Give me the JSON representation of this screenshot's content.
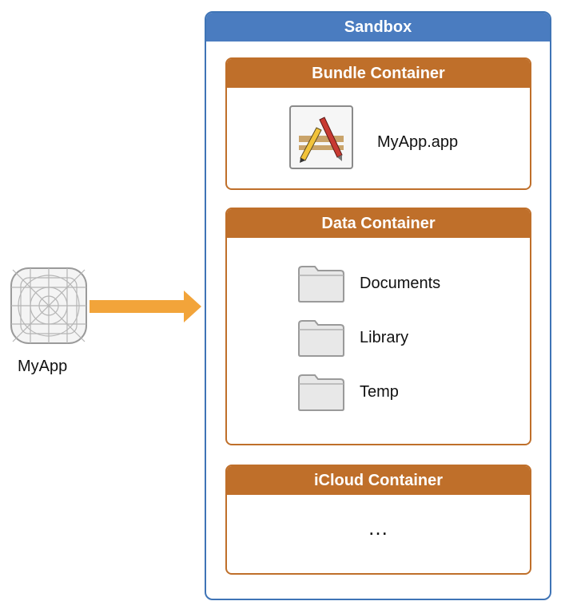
{
  "app": {
    "name": "MyApp",
    "icon": "app-grid-icon"
  },
  "arrow": {
    "color": "#f2a43a"
  },
  "sandbox": {
    "title": "Sandbox",
    "color": "#4a7cc0",
    "containers": {
      "bundle": {
        "title": "Bundle Container",
        "item": {
          "label": "MyApp.app",
          "icon": "app-bundle-icon"
        }
      },
      "data": {
        "title": "Data Container",
        "folders": [
          {
            "label": "Documents",
            "icon": "folder-icon"
          },
          {
            "label": "Library",
            "icon": "folder-icon"
          },
          {
            "label": "Temp",
            "icon": "folder-icon"
          }
        ]
      },
      "icloud": {
        "title": "iCloud Container",
        "content": "…"
      }
    },
    "container_color": "#bf6f2a"
  }
}
